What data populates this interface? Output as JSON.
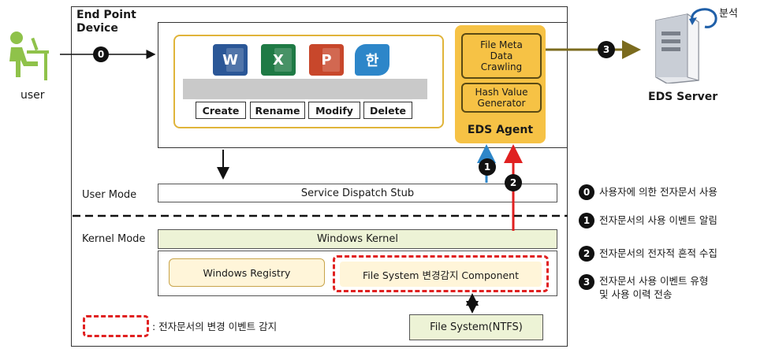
{
  "device": {
    "title": "End Point\nDevice"
  },
  "user": {
    "label": "user"
  },
  "apps": {
    "word_icon": "W",
    "excel_icon": "X",
    "ppt_icon": "P",
    "hangul_icon": "한",
    "ops": [
      "Create",
      "Rename",
      "Modify",
      "Delete"
    ]
  },
  "agent": {
    "meta": "File Meta\nData\nCrawling",
    "hash": "Hash Value\nGenerator",
    "title": "EDS Agent"
  },
  "server": {
    "label": "EDS Server",
    "analyze": "분석"
  },
  "modes": {
    "user": "User Mode",
    "kernel": "Kernel Mode"
  },
  "boxes": {
    "dispatch": "Service Dispatch Stub",
    "kernel": "Windows Kernel",
    "registry": "Windows Registry",
    "fs_component": "File System  변경감지 Component",
    "ntfs": "File System(NTFS)"
  },
  "legend": {
    "text": ": 전자문서의 변경 이벤트 감지"
  },
  "markers": [
    "0",
    "1",
    "2",
    "3"
  ],
  "steps": [
    {
      "num": "0",
      "text": "사용자에 의한 전자문서 사용"
    },
    {
      "num": "1",
      "text": "전자문서의 사용 이벤트 알림"
    },
    {
      "num": "2",
      "text": "전자문서의 전자적 흔적 수집"
    },
    {
      "num": "3",
      "text": "전자문서 사용 이벤트 유형\n및 사용 이력 전송"
    }
  ],
  "colors": {
    "agent": "#f6c245",
    "app_border": "#e0b43a",
    "kernel_fill": "#edf3d6",
    "component_fill": "#fff5d9",
    "highlight_red": "#e02020",
    "arrow_blue": "#2d86c9",
    "arrow_olive": "#7b6b1e"
  }
}
